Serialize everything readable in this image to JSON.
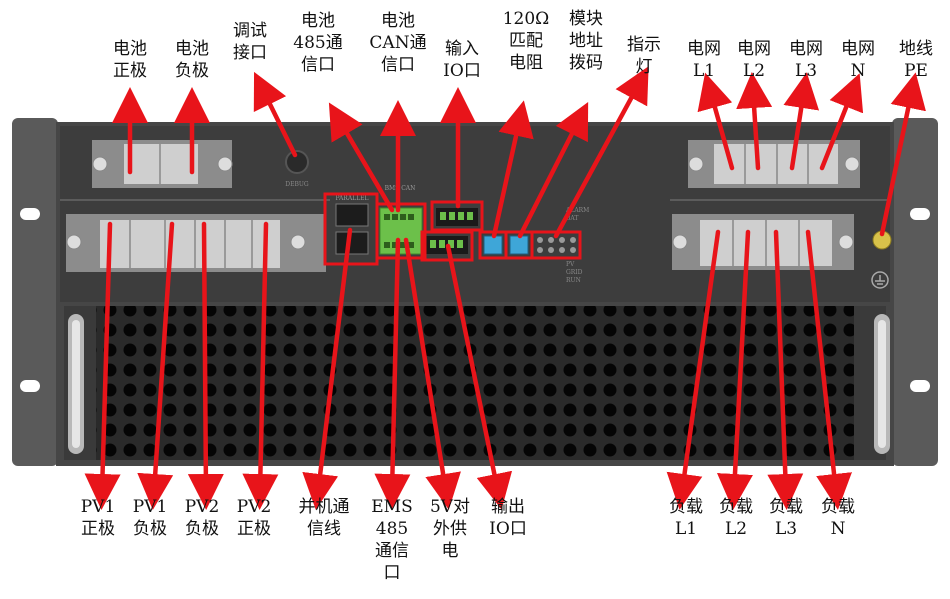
{
  "top_labels": [
    {
      "id": "battery-positive",
      "lines": [
        "电池",
        "正极"
      ]
    },
    {
      "id": "battery-negative",
      "lines": [
        "电池",
        "负极"
      ]
    },
    {
      "id": "debug-port",
      "lines": [
        "调试",
        "接口"
      ]
    },
    {
      "id": "battery-485",
      "lines": [
        "电池",
        "485通",
        "信口"
      ]
    },
    {
      "id": "battery-can",
      "lines": [
        "电池",
        "CAN通",
        "信口"
      ]
    },
    {
      "id": "input-io",
      "lines": [
        "输入",
        "IO口"
      ]
    },
    {
      "id": "resistor-120",
      "lines": [
        "120Ω",
        "匹配",
        "电阻"
      ]
    },
    {
      "id": "dip-switch",
      "lines": [
        "模块",
        "地址",
        "拨码"
      ]
    },
    {
      "id": "indicator",
      "lines": [
        "指示",
        "灯"
      ]
    },
    {
      "id": "grid-l1",
      "lines": [
        "电网",
        "L1"
      ]
    },
    {
      "id": "grid-l2",
      "lines": [
        "电网",
        "L2"
      ]
    },
    {
      "id": "grid-l3",
      "lines": [
        "电网",
        "L3"
      ]
    },
    {
      "id": "grid-n",
      "lines": [
        "电网",
        "N"
      ]
    },
    {
      "id": "ground-pe",
      "lines": [
        "地线",
        "PE"
      ]
    }
  ],
  "bottom_labels": [
    {
      "id": "pv1-positive",
      "lines": [
        "PV1",
        "正极"
      ]
    },
    {
      "id": "pv1-negative",
      "lines": [
        "PV1",
        "负极"
      ]
    },
    {
      "id": "pv2-negative",
      "lines": [
        "PV2",
        "负极"
      ]
    },
    {
      "id": "pv2-positive",
      "lines": [
        "PV2",
        "正极"
      ]
    },
    {
      "id": "parallel-comm",
      "lines": [
        "并机通",
        "信线"
      ]
    },
    {
      "id": "ems-485",
      "lines": [
        "EMS",
        "485",
        "通信",
        "口"
      ]
    },
    {
      "id": "supply-5v",
      "lines": [
        "5V对",
        "外供",
        "电"
      ]
    },
    {
      "id": "output-io",
      "lines": [
        "输出",
        "IO口"
      ]
    },
    {
      "id": "load-l1",
      "lines": [
        "负载",
        "L1"
      ]
    },
    {
      "id": "load-l2",
      "lines": [
        "负载",
        "L2"
      ]
    },
    {
      "id": "load-l3",
      "lines": [
        "负载",
        "L3"
      ]
    },
    {
      "id": "load-n",
      "lines": [
        "负载",
        "N"
      ]
    }
  ],
  "panel_print": {
    "debug": "DEBUG",
    "parallel": "PARALLEL",
    "bms_can": "BMS CAN",
    "status_leds": [
      "ALARM",
      "BAT",
      "PV",
      "GRID",
      "RUN"
    ]
  },
  "colors": {
    "arrow": "#e8141a",
    "highlight_box": "#e8141a",
    "chassis": "#4a4a4a",
    "panel": "#3f3f3f",
    "terminal": "#c9c9c9",
    "connector_green": "#6cc04a",
    "dip_blue": "#3ea6d8"
  }
}
